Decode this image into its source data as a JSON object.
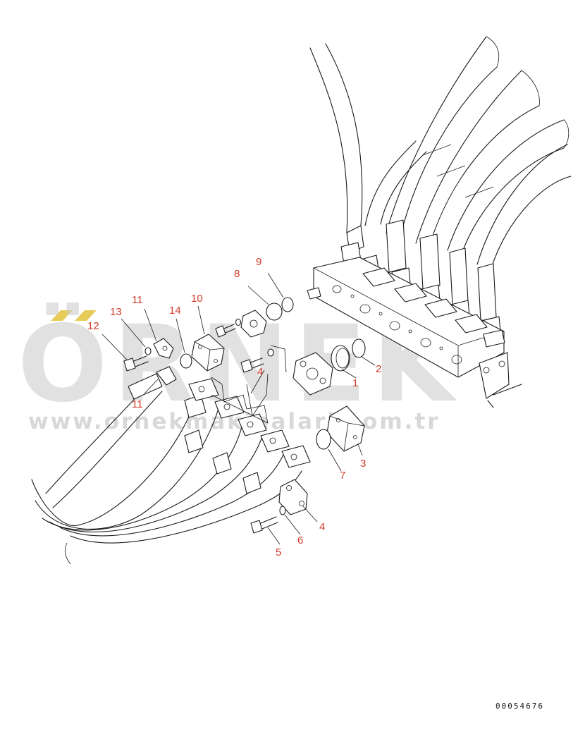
{
  "watermark": {
    "brand": "ÖRNEK",
    "url": "www.ornekmakinalari.com.tr",
    "color": "#c8c8c8",
    "accent_color": "#e8cc5a"
  },
  "callouts": {
    "c1": "1",
    "c2": "2",
    "c3": "3",
    "c4a": "4",
    "c4b": "4",
    "c5": "5",
    "c6": "6",
    "c7": "7",
    "c8": "8",
    "c9": "9",
    "c10": "10",
    "c11a": "11",
    "c11b": "11",
    "c12": "12",
    "c13": "13",
    "c14": "14"
  },
  "callout_color": "#d23a2a",
  "drawing_number": "00054676"
}
